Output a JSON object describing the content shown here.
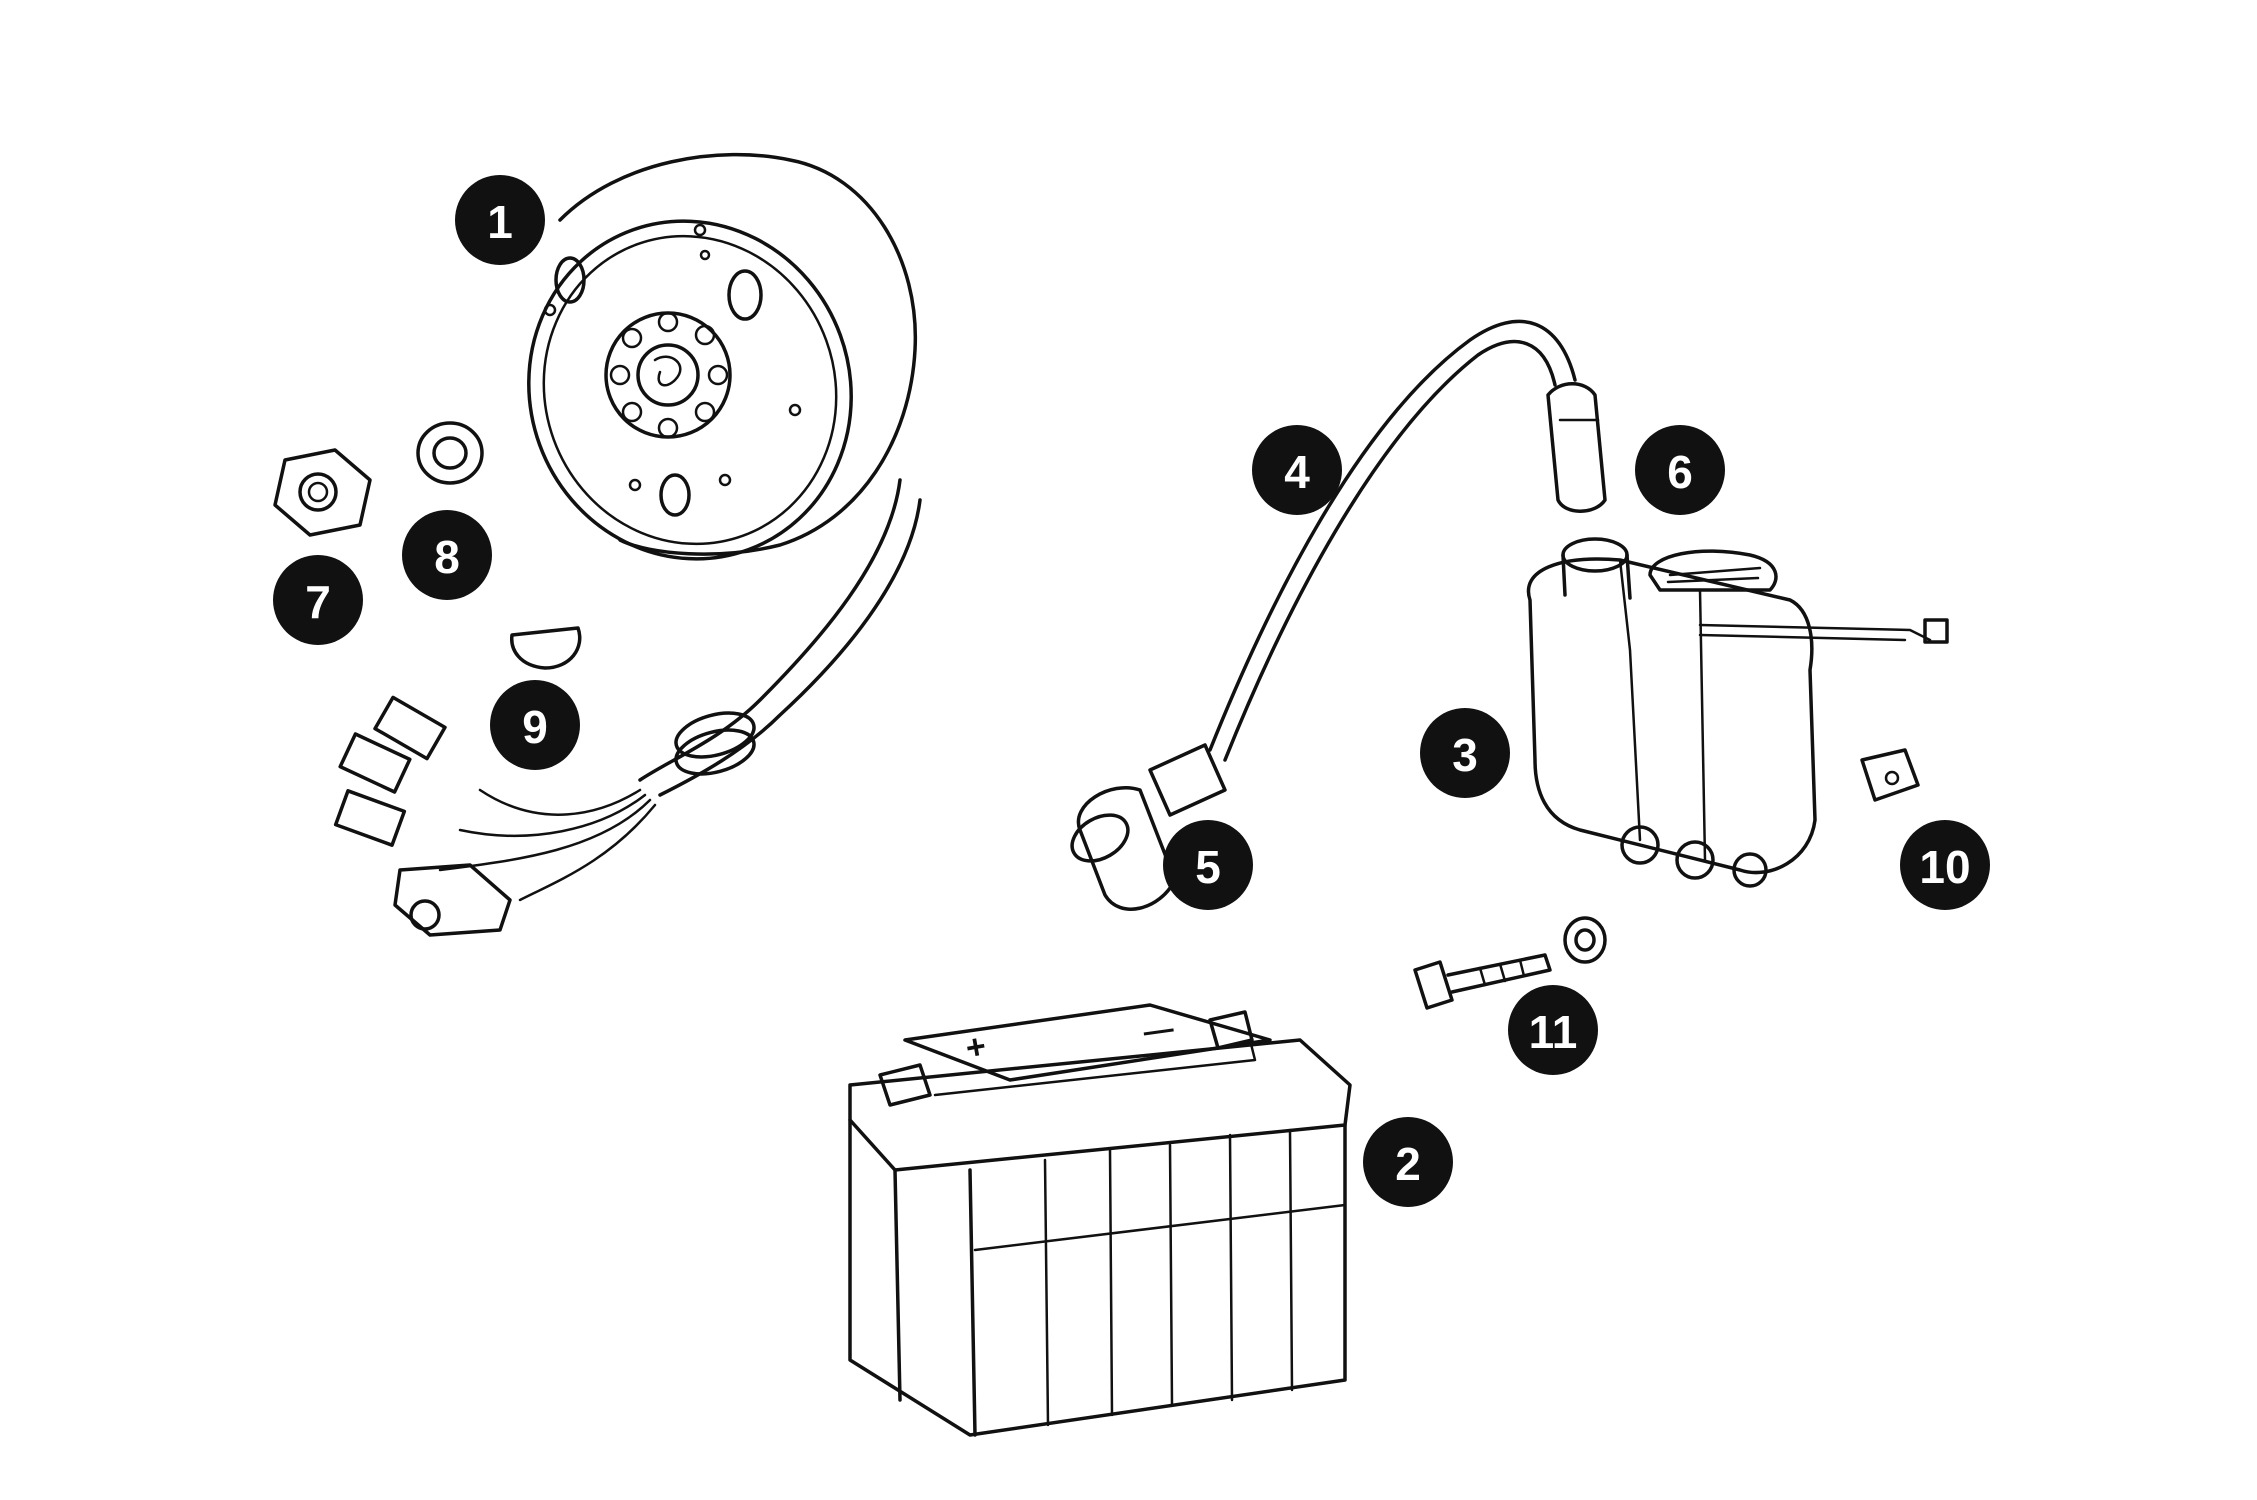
{
  "colors": {
    "line": "#111111",
    "callout_fill": "#111111",
    "callout_text": "#ffffff",
    "background": "#ffffff"
  },
  "parts": [
    {
      "number": "1",
      "component": "flywheel-alternator"
    },
    {
      "number": "2",
      "component": "battery"
    },
    {
      "number": "3",
      "component": "ignition-coil"
    },
    {
      "number": "4",
      "component": "high-tension-lead"
    },
    {
      "number": "5",
      "component": "spark-plug-cap"
    },
    {
      "number": "6",
      "component": "lead-connector"
    },
    {
      "number": "7",
      "component": "nut"
    },
    {
      "number": "8",
      "component": "washer"
    },
    {
      "number": "9",
      "component": "woodruff-key"
    },
    {
      "number": "10",
      "component": "clip-nut"
    },
    {
      "number": "11",
      "component": "bolt-and-washer"
    }
  ],
  "battery_marks": {
    "plus": "+",
    "minus": "—"
  }
}
